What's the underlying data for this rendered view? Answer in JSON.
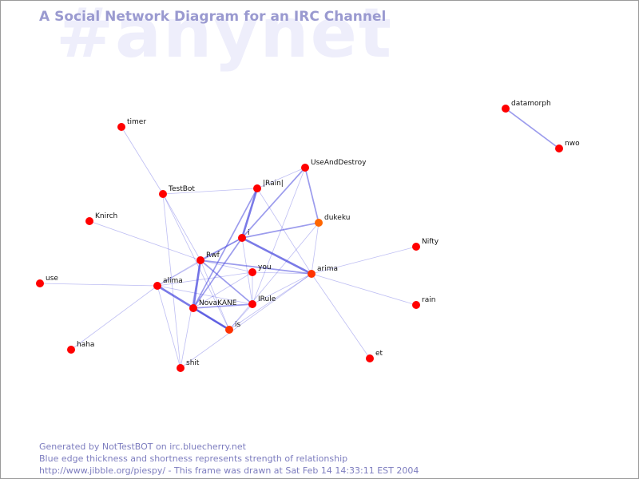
{
  "header": {
    "watermark": "#anynet",
    "title": "A Social Network Diagram for an IRC Channel"
  },
  "colors": {
    "node": "#ff0000",
    "node_highlight": "#ff6600",
    "edge": "#4444dd",
    "watermark": "#eeeefb",
    "title": "#9a9ad0"
  },
  "graph": {
    "nodes": [
      {
        "id": "timer",
        "label": "timer",
        "color": "#ff0000"
      },
      {
        "id": "TestBot",
        "label": "TestBot",
        "color": "#ff0000"
      },
      {
        "id": "Knirch",
        "label": "Knirch",
        "color": "#ff0000"
      },
      {
        "id": "use",
        "label": "use",
        "color": "#ff0000"
      },
      {
        "id": "haha",
        "label": "haha",
        "color": "#ff0000"
      },
      {
        "id": "shit",
        "label": "shit",
        "color": "#ff0000"
      },
      {
        "id": "alima",
        "label": "alima",
        "color": "#ff0000"
      },
      {
        "id": "Rwf",
        "label": "Rwf",
        "color": "#ff0000"
      },
      {
        "id": "NovaKANE",
        "label": "NovaKANE",
        "color": "#ff0000"
      },
      {
        "id": "is",
        "label": "is",
        "color": "#ff3300"
      },
      {
        "id": "IRule",
        "label": "IRule",
        "color": "#ff0000"
      },
      {
        "id": "you",
        "label": "you",
        "color": "#ff0000"
      },
      {
        "id": "i",
        "label": "i",
        "color": "#ff0000"
      },
      {
        "id": "Rain",
        "label": "|Rain|",
        "color": "#ff0000"
      },
      {
        "id": "UseAndDestroy",
        "label": "UseAndDestroy",
        "color": "#ff0000"
      },
      {
        "id": "dukeku",
        "label": "dukeku",
        "color": "#ff6600"
      },
      {
        "id": "arima",
        "label": "arima",
        "color": "#ff3300"
      },
      {
        "id": "Nifty",
        "label": "Nifty",
        "color": "#ff0000"
      },
      {
        "id": "rain",
        "label": "rain",
        "color": "#ff0000"
      },
      {
        "id": "et",
        "label": "et",
        "color": "#ff0000"
      },
      {
        "id": "datamorph",
        "label": "datamorph",
        "color": "#ff0000"
      },
      {
        "id": "nwo",
        "label": "nwo",
        "color": "#ff0000"
      }
    ],
    "edges": [
      {
        "source": "timer",
        "target": "TestBot",
        "weight": 1
      },
      {
        "source": "TestBot",
        "target": "Rain",
        "weight": 1
      },
      {
        "source": "TestBot",
        "target": "Rwf",
        "weight": 1
      },
      {
        "source": "TestBot",
        "target": "is",
        "weight": 1
      },
      {
        "source": "TestBot",
        "target": "shit",
        "weight": 1
      },
      {
        "source": "Knirch",
        "target": "Rwf",
        "weight": 1
      },
      {
        "source": "use",
        "target": "alima",
        "weight": 1
      },
      {
        "source": "haha",
        "target": "alima",
        "weight": 1
      },
      {
        "source": "alima",
        "target": "Rwf",
        "weight": 1
      },
      {
        "source": "alima",
        "target": "i",
        "weight": 1
      },
      {
        "source": "alima",
        "target": "you",
        "weight": 1
      },
      {
        "source": "alima",
        "target": "IRule",
        "weight": 1
      },
      {
        "source": "alima",
        "target": "is",
        "weight": 3
      },
      {
        "source": "alima",
        "target": "shit",
        "weight": 1
      },
      {
        "source": "Rwf",
        "target": "NovaKANE",
        "weight": 3
      },
      {
        "source": "Rwf",
        "target": "i",
        "weight": 2
      },
      {
        "source": "Rwf",
        "target": "you",
        "weight": 1
      },
      {
        "source": "Rwf",
        "target": "arima",
        "weight": 2
      },
      {
        "source": "Rwf",
        "target": "IRule",
        "weight": 2
      },
      {
        "source": "Rwf",
        "target": "is",
        "weight": 1
      },
      {
        "source": "Rwf",
        "target": "shit",
        "weight": 1
      },
      {
        "source": "NovaKANE",
        "target": "i",
        "weight": 2
      },
      {
        "source": "NovaKANE",
        "target": "Rain",
        "weight": 2
      },
      {
        "source": "NovaKANE",
        "target": "you",
        "weight": 1
      },
      {
        "source": "NovaKANE",
        "target": "IRule",
        "weight": 2
      },
      {
        "source": "NovaKANE",
        "target": "is",
        "weight": 2
      },
      {
        "source": "i",
        "target": "Rain",
        "weight": 3
      },
      {
        "source": "i",
        "target": "UseAndDestroy",
        "weight": 2
      },
      {
        "source": "i",
        "target": "dukeku",
        "weight": 2
      },
      {
        "source": "i",
        "target": "arima",
        "weight": 3
      },
      {
        "source": "i",
        "target": "IRule",
        "weight": 1
      },
      {
        "source": "Rain",
        "target": "UseAndDestroy",
        "weight": 1
      },
      {
        "source": "Rain",
        "target": "arima",
        "weight": 1
      },
      {
        "source": "UseAndDestroy",
        "target": "dukeku",
        "weight": 2
      },
      {
        "source": "UseAndDestroy",
        "target": "IRule",
        "weight": 1
      },
      {
        "source": "dukeku",
        "target": "arima",
        "weight": 1
      },
      {
        "source": "dukeku",
        "target": "is",
        "weight": 1
      },
      {
        "source": "you",
        "target": "arima",
        "weight": 1
      },
      {
        "source": "you",
        "target": "IRule",
        "weight": 1
      },
      {
        "source": "arima",
        "target": "Nifty",
        "weight": 1
      },
      {
        "source": "arima",
        "target": "rain",
        "weight": 1
      },
      {
        "source": "arima",
        "target": "et",
        "weight": 1
      },
      {
        "source": "arima",
        "target": "IRule",
        "weight": 1
      },
      {
        "source": "arima",
        "target": "is",
        "weight": 1
      },
      {
        "source": "arima",
        "target": "shit",
        "weight": 1
      },
      {
        "source": "IRule",
        "target": "is",
        "weight": 1
      },
      {
        "source": "datamorph",
        "target": "nwo",
        "weight": 2
      }
    ]
  },
  "footer": {
    "line1": "Generated by NotTestBOT on irc.bluecherry.net",
    "line2": "Blue edge thickness and shortness represents strength of relationship",
    "line3": "http://www.jibble.org/piespy/ - This frame was drawn at Sat Feb 14 14:33:11 EST 2004"
  }
}
